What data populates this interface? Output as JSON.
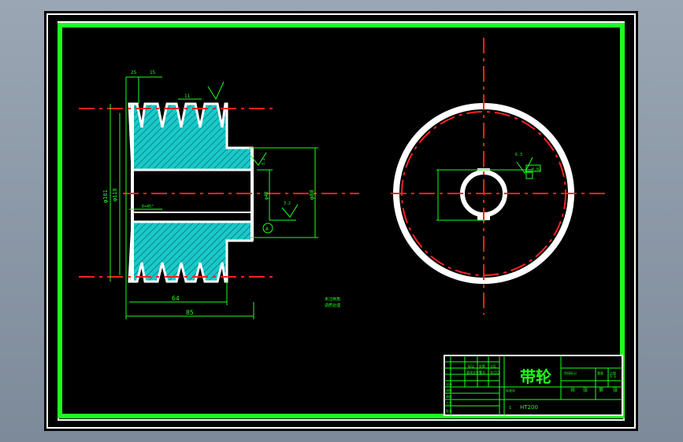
{
  "drawing": {
    "title_cn": "带轮",
    "material": "HT200",
    "scale": "1:1",
    "quantity": "1",
    "notes": [
      "未注倒角",
      "调质处理"
    ],
    "dims": {
      "total_width": "85",
      "groove_span": "64",
      "pitch": "15",
      "groove_w": "11",
      "top_w": "25",
      "outer_dia": "φ161",
      "inner_dia": "φ118",
      "hub_dia": "φ80",
      "bore_dia": "φ42",
      "key_label": "6×45°",
      "rough1": "3.2",
      "rough2": "3.2",
      "rough3": "6.3",
      "datum": "A",
      "tol": "0.02"
    },
    "titleblock": {
      "row1": [
        "标记",
        "处数",
        "分区",
        "更改文件号",
        "签名",
        "年月日"
      ],
      "left_rows": [
        "设计",
        "校核",
        "审核",
        "工艺",
        "批准"
      ],
      "std": "标准化",
      "stage": "阶段标记",
      "weight": "重量",
      "ratio": "比例",
      "sheet_info": [
        "共",
        "张",
        "第",
        "张"
      ]
    }
  }
}
